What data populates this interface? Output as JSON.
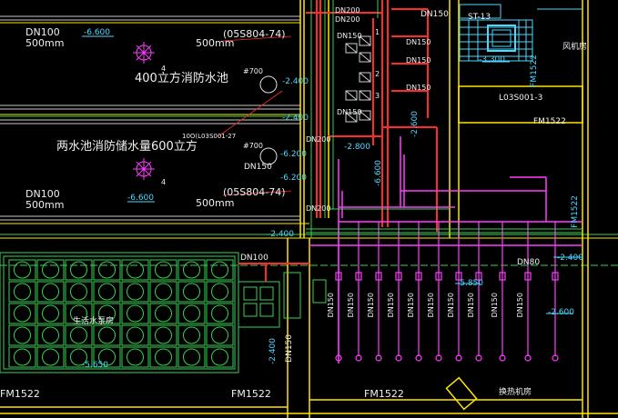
{
  "labels": {
    "dn100_a": "DN100",
    "mm500_a": "500mm",
    "std_a": "(05S804-74)",
    "mm500_b": "500mm",
    "el_6600_a": "-6.600",
    "pool400": "400立方消防水池",
    "pool600": "两水池消防储水量600立方",
    "el_6600_b": "-6.600",
    "dn100_b": "DN100",
    "mm500_c": "500mm",
    "std_b": "(05S804-74)",
    "mm500_d": "500mm",
    "std_c": "10O(L03S001-27",
    "el_2400_a": "-2.400",
    "el_2400_b": "-2.400",
    "el_2800": "-2.800",
    "el_2600_a": "-2.600",
    "el_6600_c": "-6.600",
    "el_6200_a": "-6.200",
    "el_6200_b": "-6.200",
    "el_3300": "-3.300",
    "el_2400_c": "-2.400",
    "el_2600_b": "-2.600",
    "el_5850": "-5.850",
    "el_2400_d": "-2.400",
    "el_5650": "-5.650",
    "el_2400_e": "-2.400",
    "dn150_top": "DN150",
    "dn150_r1": "DN150",
    "dn150_r2": "DN150",
    "dn150_r3": "DN150",
    "dn200_a": "DN200",
    "dn200_b": "DN200",
    "dn200_c": "DN200",
    "dn200_d": "DN200",
    "dn150_l1": "DN150",
    "dn150_l2": "DN150",
    "dn150_l3": "DN150",
    "dn100_mid": "DN100",
    "dn80": "DN80",
    "dn150_v": "DN150",
    "st13": "ST-13",
    "fm_right": "FM1522",
    "fm_right_v": "FM1522",
    "fm_top_v": "FM1522",
    "fm_bottom_l": "FM1522",
    "fm_bottom_m": "FM1522",
    "fm_bottom_c": "FM1522",
    "l03s001": "L03S001-3",
    "room_supply": "生活水泵房",
    "room_exchange": "换热机房",
    "room_fan": "风机房",
    "item_4a": "4",
    "item_4b": "4",
    "phi700_a": "#700",
    "phi700_b": "#700",
    "pump1": "1",
    "pump2": "2",
    "pump3": "3",
    "dn150_row_1": "DN150",
    "dn150_row_2": "DN150",
    "dn150_row_3": "DN150",
    "dn150_row_4": "DN150",
    "dn150_row_5": "DN150",
    "dn150_row_6": "DN150",
    "dn150_row_7": "DN150",
    "dn150_row_8": "DN150",
    "dn150_row_9": "DN150",
    "dn150_row_10": "DN150"
  },
  "colors": {
    "background": "#000000",
    "pipe_red": "#ff2a2a",
    "pipe_magenta": "#ff3dff",
    "wall_yellow": "#ffe600",
    "line_green": "#39d353",
    "dim_cyan": "#4dd8ff",
    "text_white": "#f0f0f0"
  }
}
